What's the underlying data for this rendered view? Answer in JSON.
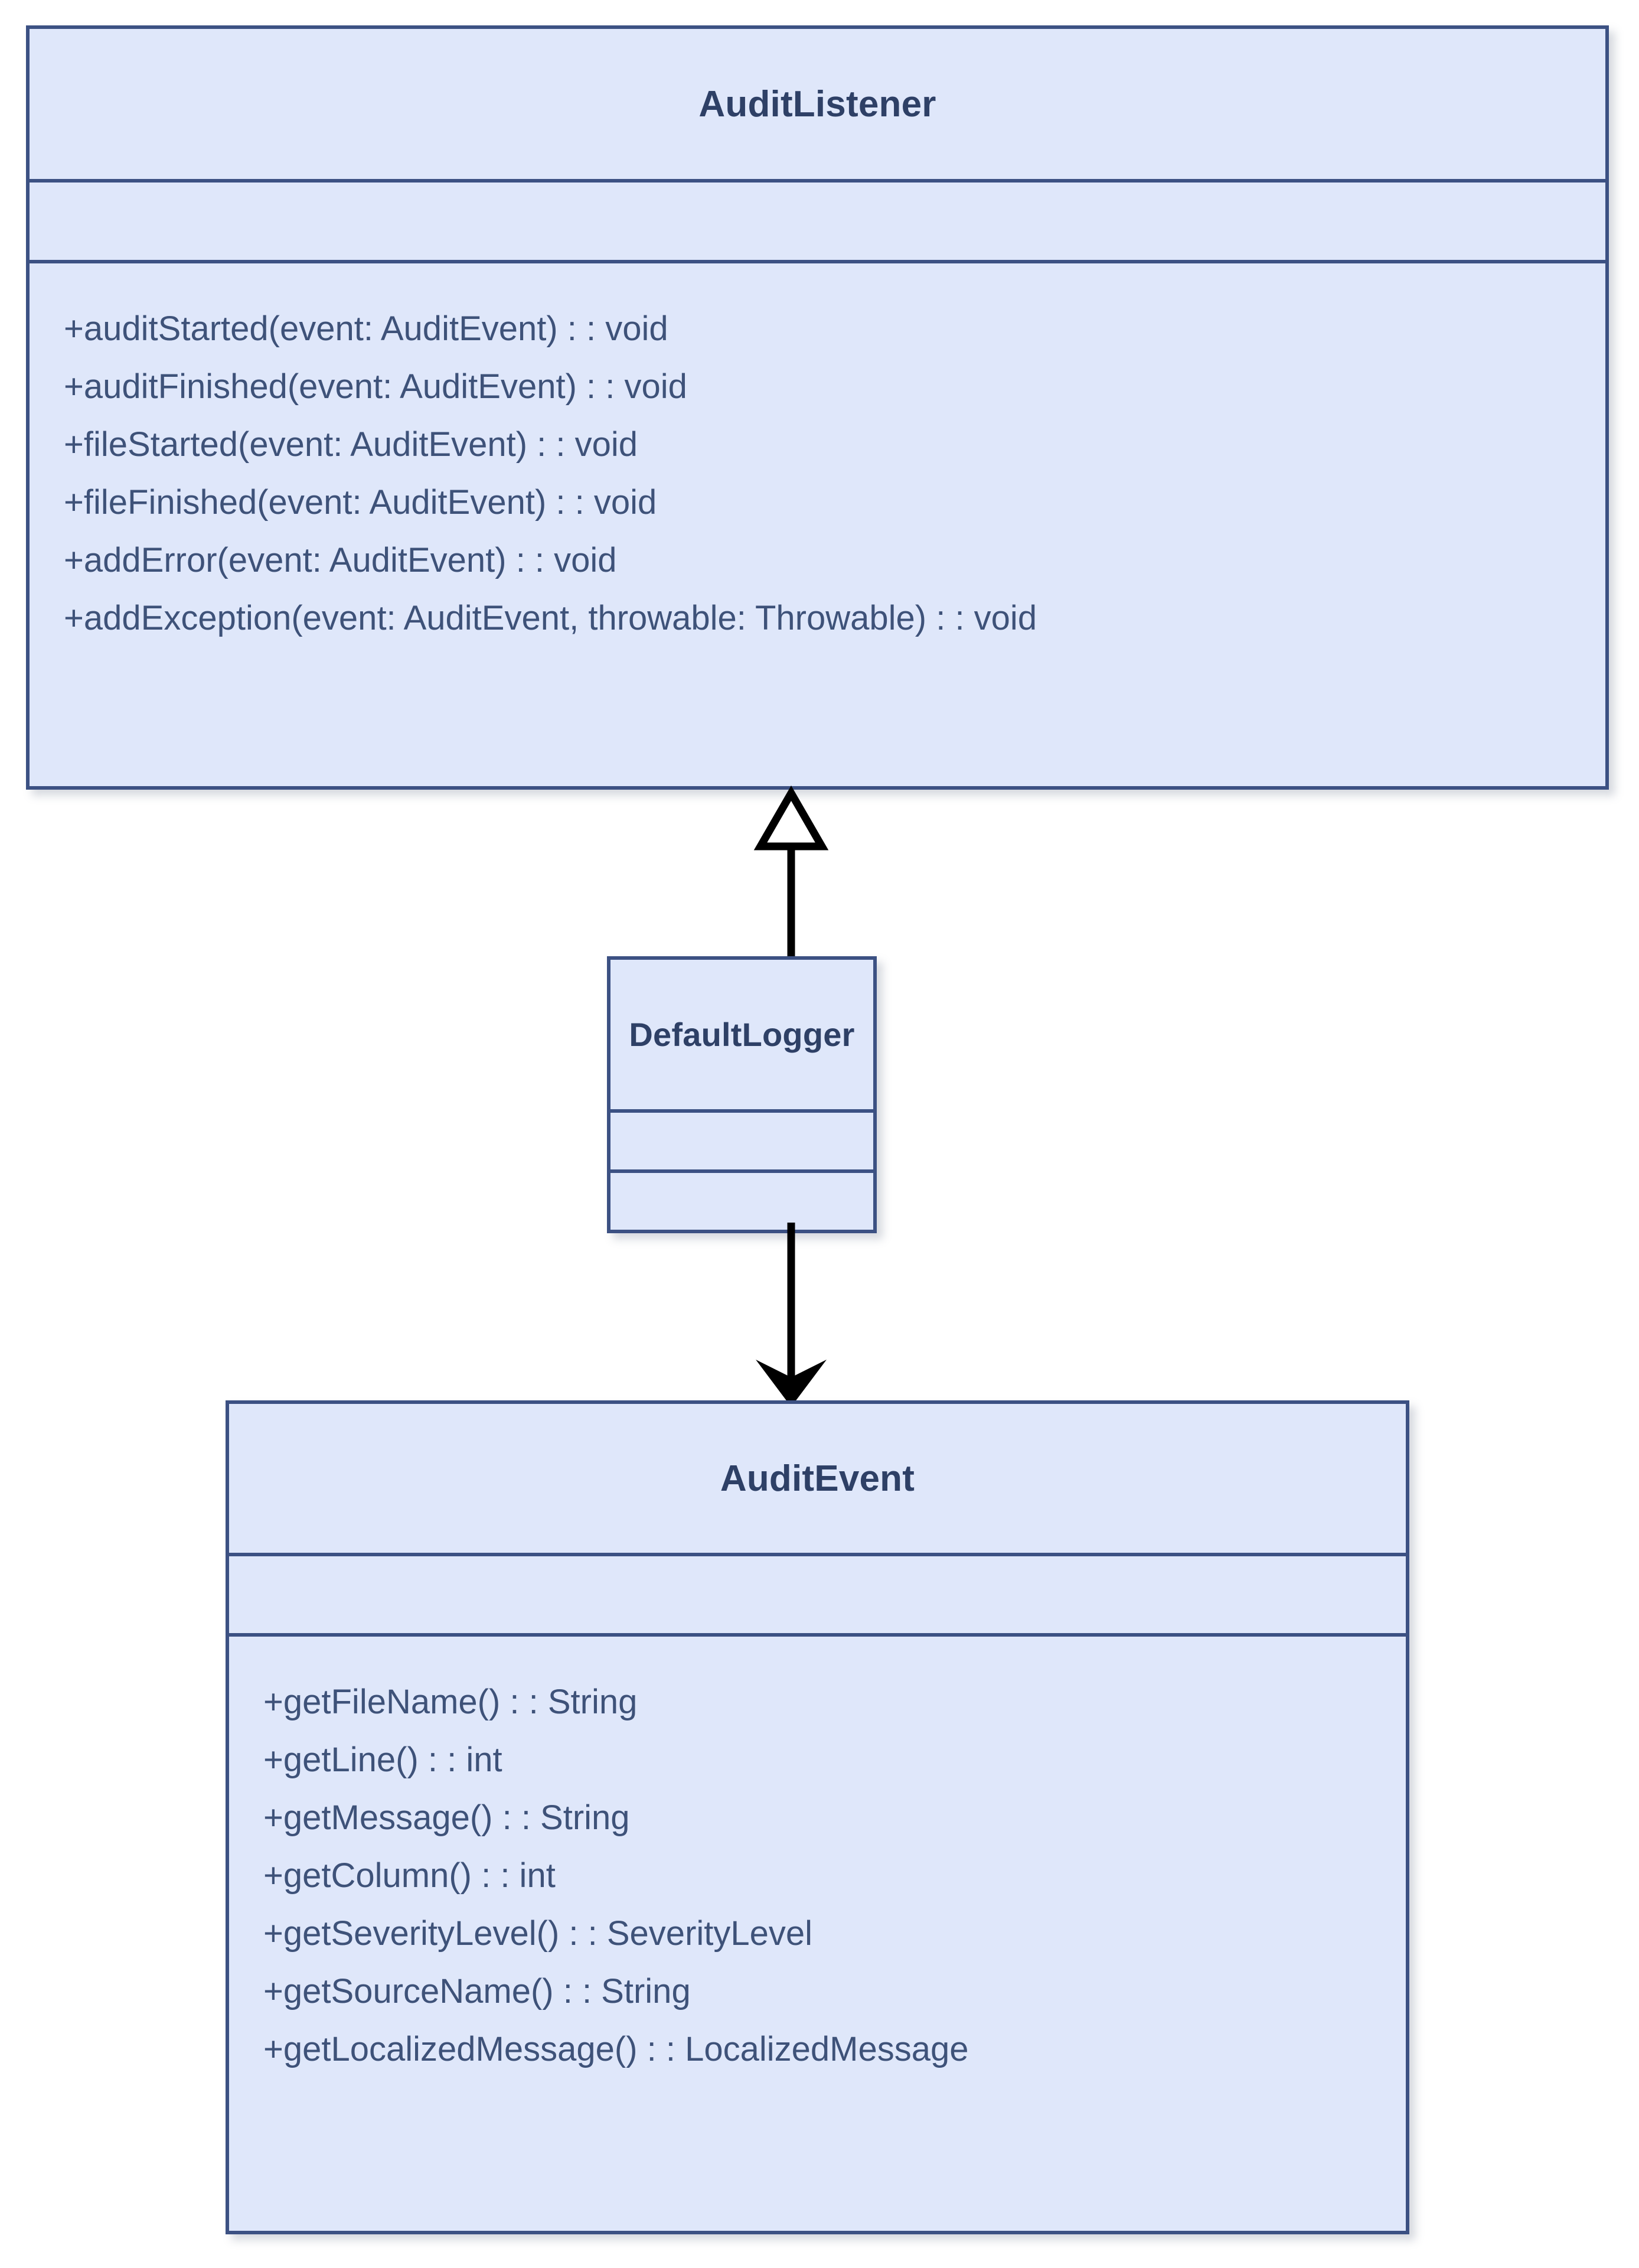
{
  "diagram": {
    "type": "uml-class-diagram",
    "background_color": "#ffffff",
    "class_fill_color": "#dfe7fa",
    "class_border_color": "#3c5183",
    "title_text_color": "#2e4066",
    "member_text_color": "#3e5279",
    "connector_color": "#000000"
  },
  "classes": [
    {
      "id": "audit-listener",
      "name": "AuditListener",
      "attributes": [],
      "methods": [
        "+auditStarted(event: AuditEvent) : : void",
        "+auditFinished(event: AuditEvent) : : void",
        "+fileStarted(event: AuditEvent) : : void",
        "+fileFinished(event: AuditEvent) : : void",
        "+addError(event: AuditEvent) : : void",
        "+addException(event: AuditEvent, throwable: Throwable) : : void"
      ]
    },
    {
      "id": "default-logger",
      "name": "DefaultLogger",
      "attributes": [],
      "methods": []
    },
    {
      "id": "audit-event",
      "name": "AuditEvent",
      "attributes": [],
      "methods": [
        "+getFileName() : : String",
        "+getLine() : : int",
        "+getMessage() : : String",
        "+getColumn() : : int",
        "+getSeverityLevel() : : SeverityLevel",
        "+getSourceName() : : String",
        "+getLocalizedMessage() : : LocalizedMessage"
      ]
    }
  ],
  "relationships": [
    {
      "id": "generalization",
      "from": "default-logger",
      "to": "audit-listener",
      "arrowhead": "hollow-triangle",
      "direction": "up",
      "label": ""
    },
    {
      "id": "association",
      "from": "default-logger",
      "to": "audit-event",
      "arrowhead": "solid-open-arrow",
      "direction": "down",
      "label": ""
    }
  ]
}
